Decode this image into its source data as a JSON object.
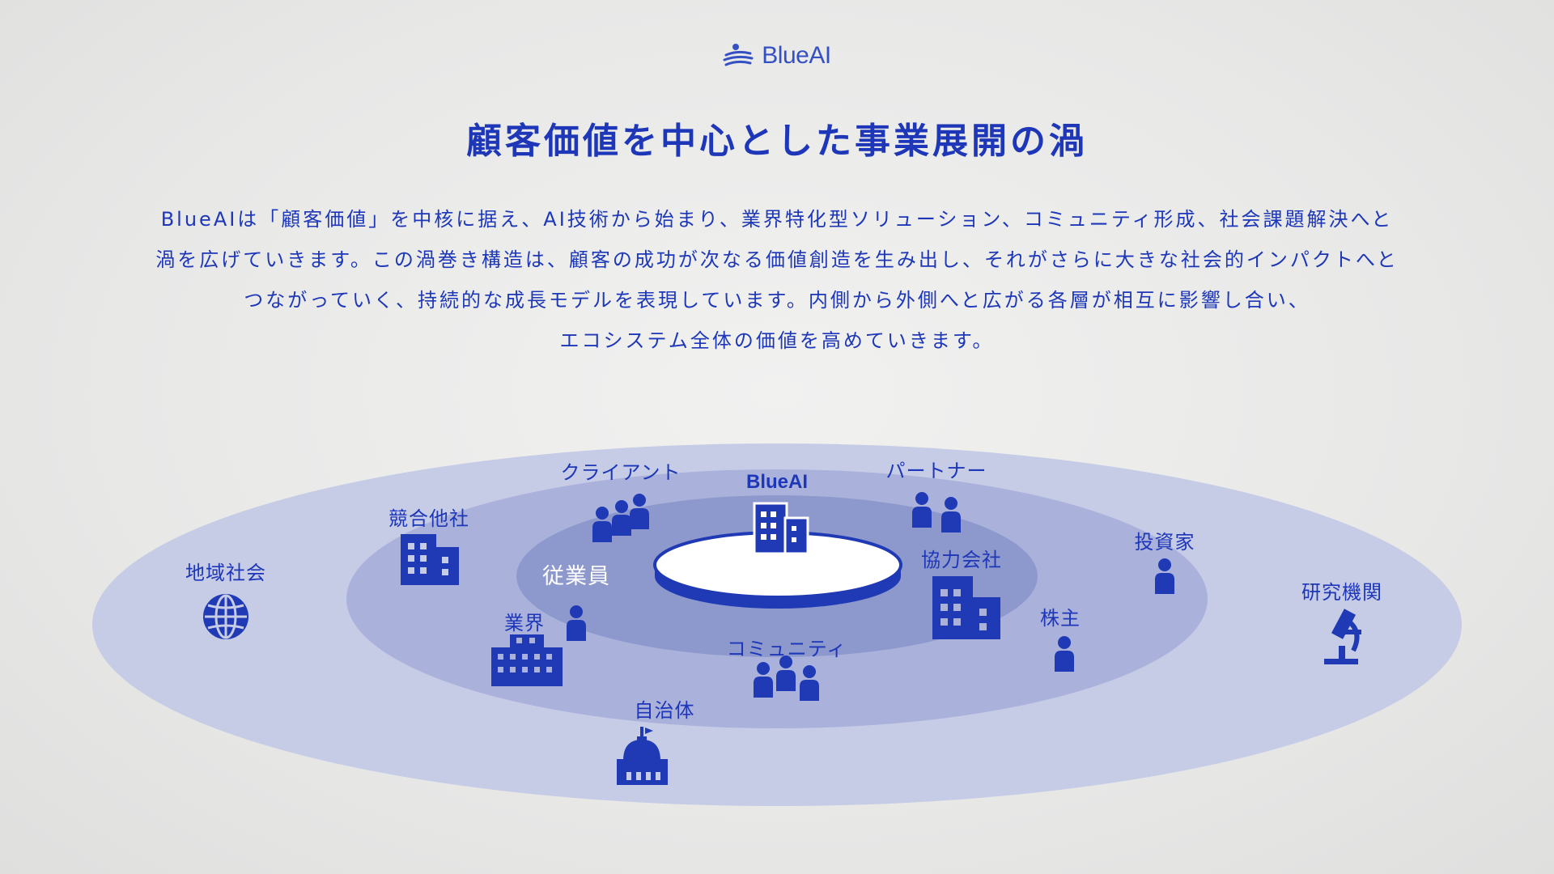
{
  "brand": {
    "name": "BlueAI",
    "color": "#3550c4"
  },
  "title": "顧客価値を中心とした事業展開の渦",
  "description": [
    "BlueAIは「顧客価値」を中核に据え、AI技術から始まり、業界特化型ソリューション、コミュニティ形成、社会課題解決へと",
    "渦を広げていきます。この渦巻き構造は、顧客の成功が次なる価値創造を生み出し、それがさらに大きな社会的インパクトへと",
    "つながっていく、持続的な成長モデルを表現しています。内側から外側へと広がる各層が相互に影響し合い、",
    "エコシステム全体の価値を高めていきます。"
  ],
  "colors": {
    "text": "#1d37b8",
    "icon": "#1f3ab4",
    "ring_outer": "#c6cbe6",
    "ring_middle": "#aab2dc",
    "ring_inner": "#8d98cc",
    "core_top": "#ffffff",
    "core_side": "#1f3ab4"
  },
  "diagram": {
    "core": {
      "label": "BlueAI",
      "icon": "office-building-icon"
    },
    "nodes": [
      {
        "id": "client",
        "label": "クライアント",
        "icon": "people-group-icon"
      },
      {
        "id": "partner",
        "label": "パートナー",
        "icon": "people-pair-icon"
      },
      {
        "id": "employee",
        "label": "従業員",
        "icon": "person-icon"
      },
      {
        "id": "cooperator",
        "label": "協力会社",
        "icon": "building-icon"
      },
      {
        "id": "competitor",
        "label": "競合他社",
        "icon": "building-icon"
      },
      {
        "id": "industry",
        "label": "業界",
        "icon": "building-wide-icon"
      },
      {
        "id": "community",
        "label": "コミュニティ",
        "icon": "people-group-icon"
      },
      {
        "id": "shareholder",
        "label": "株主",
        "icon": "person-icon"
      },
      {
        "id": "investor",
        "label": "投資家",
        "icon": "person-icon"
      },
      {
        "id": "region",
        "label": "地域社会",
        "icon": "globe-icon"
      },
      {
        "id": "research",
        "label": "研究機関",
        "icon": "microscope-icon"
      },
      {
        "id": "government",
        "label": "自治体",
        "icon": "capitol-dome-icon"
      }
    ]
  }
}
